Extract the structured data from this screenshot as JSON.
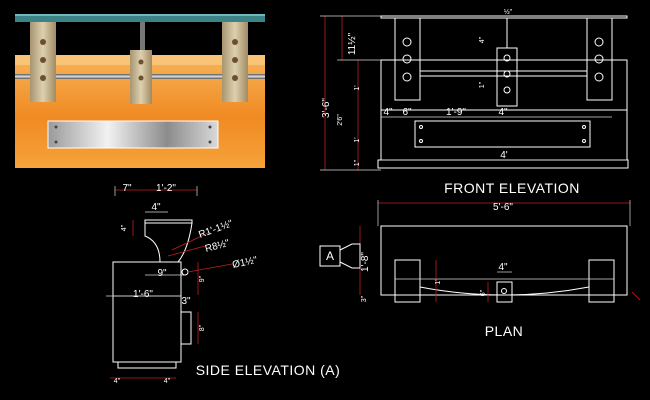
{
  "views": {
    "front_elevation": {
      "title": "FRONT ELEVATION",
      "dims": {
        "total_height": "3'-6\"",
        "top_height": "11½\"",
        "left_offset": "4\"",
        "post_width": "6\"",
        "inner_span": "1'-9\"",
        "right_post": "4\"",
        "base_width": "4'",
        "pipe_gap": "4\"",
        "small_top": "½\"",
        "mid_height": "2'6\"",
        "v_tick_1": "1'",
        "v_tick_2": "1'",
        "v_tick_3": "1\"",
        "v_tick_4": "1\""
      }
    },
    "plan": {
      "title": "PLAN",
      "section_tag": "A",
      "dims": {
        "overall_width": "5'-6\"",
        "depth": "1'-8\"",
        "post_depth": "1'",
        "pipe_height": "6\"",
        "bottom_offset": "3\"",
        "pipe_width": "4\""
      }
    },
    "side_elevation": {
      "title": "SIDE ELEVATION (A)",
      "dims": {
        "top_offset": "7\"",
        "top_width": "1'-2\"",
        "cap_width": "4\"",
        "cap_height": "4\"",
        "radius_outer": "R1'-1½\"",
        "radius_inner": "R8½\"",
        "pipe_dia": "Ø1½\"",
        "offset_9": "9\"",
        "vert_9": "9\"",
        "base_width": "1'-6\"",
        "base_offset": "3\"",
        "base_height": "8\"",
        "foot_left": "4\"",
        "foot_right": "4\""
      }
    }
  },
  "colors": {
    "background": "#000000",
    "linework": "#ffffff",
    "dimension_extension": "#c02020",
    "glass_top": "#3a7c80",
    "post_wood": "#c8b68e",
    "base_orange": "#f5a040",
    "plaque_steel": "#b0b0b0"
  },
  "render_preview": {
    "description_icon": "render-3d-preview"
  }
}
